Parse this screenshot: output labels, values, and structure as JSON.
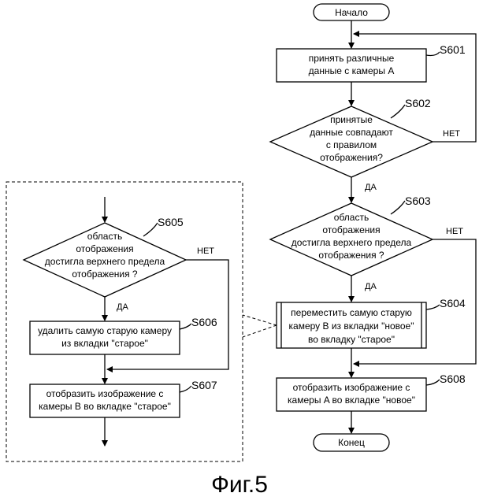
{
  "start": "Начало",
  "end": "Конец",
  "yes": "ДА",
  "no": "НЕТ",
  "figure_caption": "Фиг.5",
  "steps": {
    "s601": {
      "label": "S601",
      "lines": [
        "принять различные",
        "данные с камеры A"
      ]
    },
    "s602": {
      "label": "S602",
      "lines": [
        "принятые",
        "данные совпадают",
        "с правилом",
        "отображения?"
      ]
    },
    "s603": {
      "label": "S603",
      "lines": [
        "область",
        "отображения",
        "достигла верхнего предела",
        "отображения ?"
      ]
    },
    "s604": {
      "label": "S604",
      "lines": [
        "переместить самую старую",
        "камеру B из вкладки \"новое\"",
        "во вкладку \"старое\""
      ]
    },
    "s608": {
      "label": "S608",
      "lines": [
        "отобразить изображение с",
        "камеры A во вкладке \"новое\""
      ]
    },
    "s605": {
      "label": "S605",
      "lines": [
        "область",
        "отображения",
        "достигла верхнего предела",
        "отображения ?"
      ]
    },
    "s606": {
      "label": "S606",
      "lines": [
        "удалить самую старую камеру",
        "из вкладки \"старое\""
      ]
    },
    "s607": {
      "label": "S607",
      "lines": [
        "отобразить изображение с",
        "камеры B во вкладке \"старое\""
      ]
    }
  }
}
